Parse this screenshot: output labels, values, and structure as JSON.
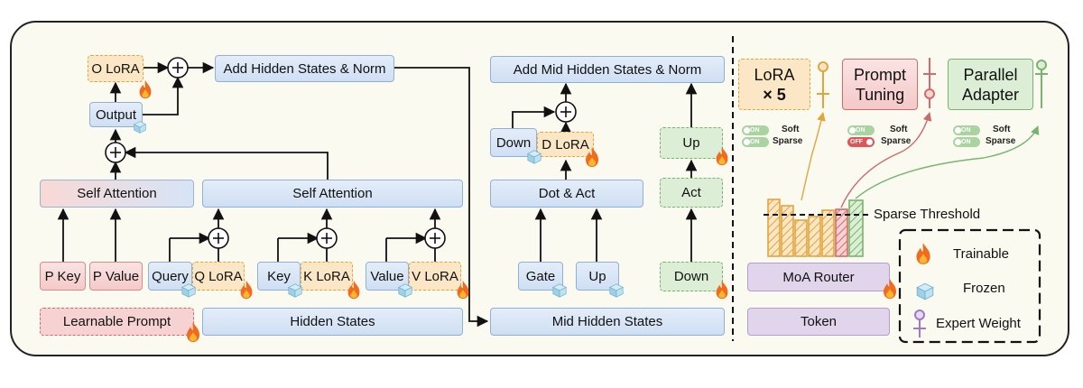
{
  "left_block": {
    "o_lora": "O LoRA",
    "add_hidden_norm": "Add Hidden States & Norm",
    "output": "Output",
    "self_attention_left": "Self Attention",
    "self_attention_right": "Self Attention",
    "p_key": "P Key",
    "p_value": "P Value",
    "query": "Query",
    "q_lora": "Q LoRA",
    "key": "Key",
    "k_lora": "K LoRA",
    "value": "Value",
    "v_lora": "V LoRA",
    "learnable_prompt": "Learnable Prompt",
    "hidden_states": "Hidden States"
  },
  "middle_block": {
    "add_mid_norm": "Add Mid Hidden States & Norm",
    "down": "Down",
    "d_lora": "D LoRA",
    "dot_act": "Dot & Act",
    "gate": "Gate",
    "up": "Up",
    "mid_hidden_states": "Mid Hidden States",
    "adapter_up": "Up",
    "adapter_act": "Act",
    "adapter_down": "Down"
  },
  "right_block": {
    "lora_title": "LoRA",
    "lora_count": "× 5",
    "prompt_tuning": "Prompt Tuning",
    "parallel_adapter": "Parallel Adapter",
    "toggles": [
      {
        "soft": "ON",
        "sparse": "ON"
      },
      {
        "soft": "ON",
        "sparse": "OFF"
      },
      {
        "soft": "ON",
        "sparse": "ON"
      }
    ],
    "soft_label": "Soft",
    "sparse_label": "Sparse",
    "sparse_threshold": "Sparse Threshold",
    "moa_router": "MoA Router",
    "token": "Token"
  },
  "legend": {
    "trainable": "Trainable",
    "frozen": "Frozen",
    "expert_weight": "Expert Weight"
  },
  "colors": {
    "trainable_fire": "#f26a1b",
    "frozen_cube": "#9fd0e6",
    "lora_weight": "#e3a43c",
    "prompt_weight": "#d46a6a",
    "adapter_weight": "#78b56c"
  }
}
